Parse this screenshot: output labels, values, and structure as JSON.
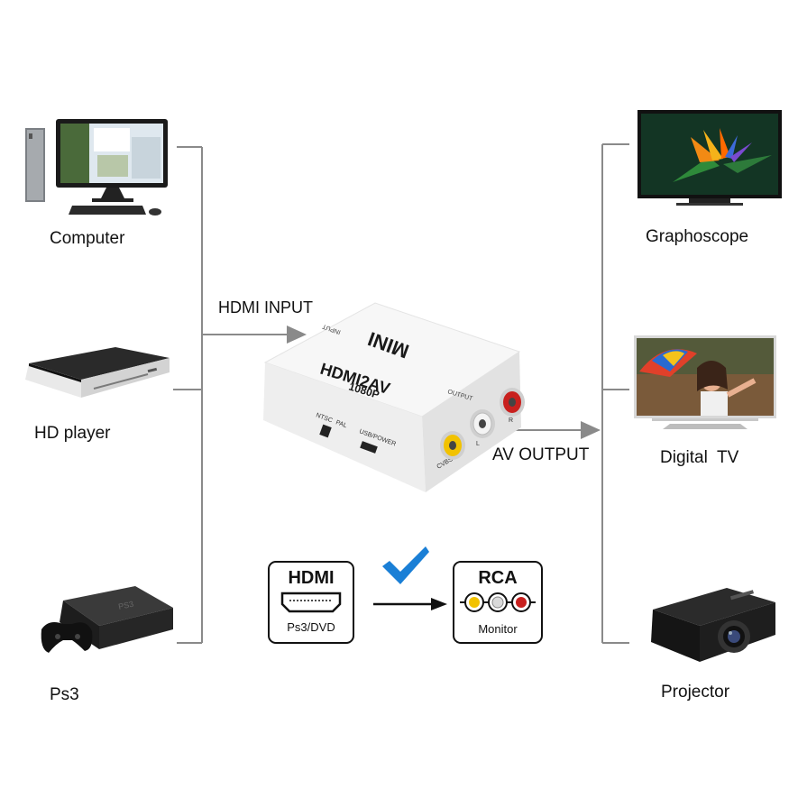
{
  "sources": [
    {
      "label": "Computer",
      "icon": "computer-icon"
    },
    {
      "label": "HD player",
      "icon": "hd-player-icon"
    },
    {
      "label": "Ps3",
      "icon": "ps3-console-icon"
    }
  ],
  "outputs": [
    {
      "label": "Graphoscope",
      "icon": "graphoscope-tv-icon"
    },
    {
      "label": "Digital  TV",
      "icon": "digital-tv-icon"
    },
    {
      "label": "Projector",
      "icon": "projector-icon"
    }
  ],
  "flow": {
    "input_label": "HDMI INPUT",
    "output_label": "AV OUTPUT"
  },
  "converter": {
    "brand": "MINI",
    "model": "HDMI2AV",
    "resolution": "1080P",
    "input_text": "INPUT",
    "output_text": "OUTPUT",
    "ntsc": "NTSC",
    "pal": "PAL",
    "usb_power": "USB/POWER",
    "cvbs": "CVBS",
    "left": "L",
    "right": "R"
  },
  "legend": {
    "hdmi_title": "HDMI",
    "hdmi_sub": "Ps3/DVD",
    "rca_title": "RCA",
    "rca_sub": "Monitor"
  },
  "colors": {
    "line": "#8a8a8a",
    "check": "#1a7fd6",
    "rca_yellow": "#f2c200",
    "rca_white": "#d9d9d9",
    "rca_red": "#c8201e"
  }
}
